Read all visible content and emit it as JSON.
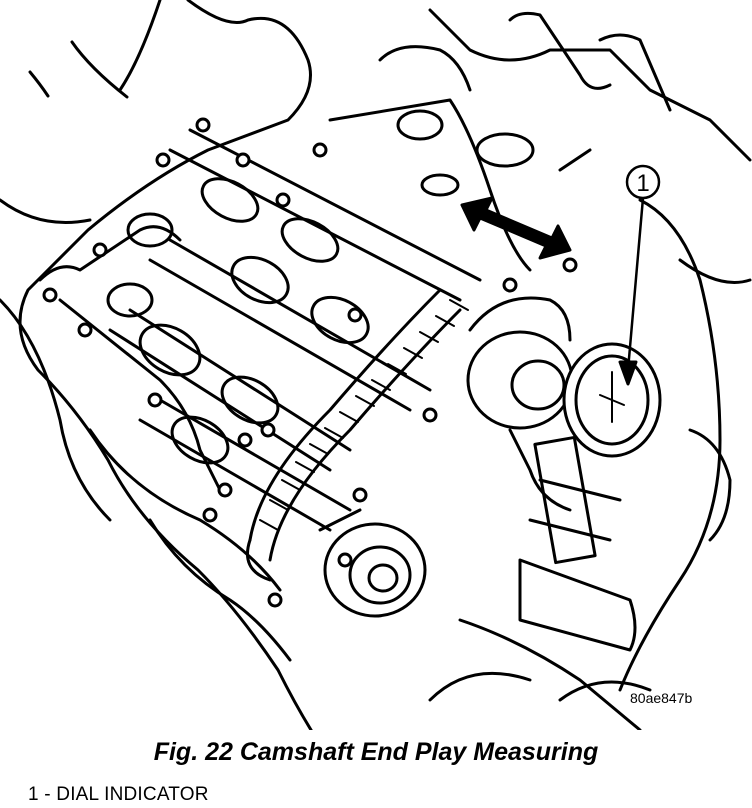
{
  "figure": {
    "caption": "Fig. 22 Camshaft End Play Measuring",
    "ref_code": "80ae847b",
    "callouts": [
      {
        "number": "1",
        "label": "DIAL INDICATOR"
      }
    ]
  },
  "legend": {
    "items": [
      {
        "number": "1",
        "separator": " - ",
        "label": "DIAL INDICATOR"
      }
    ]
  }
}
